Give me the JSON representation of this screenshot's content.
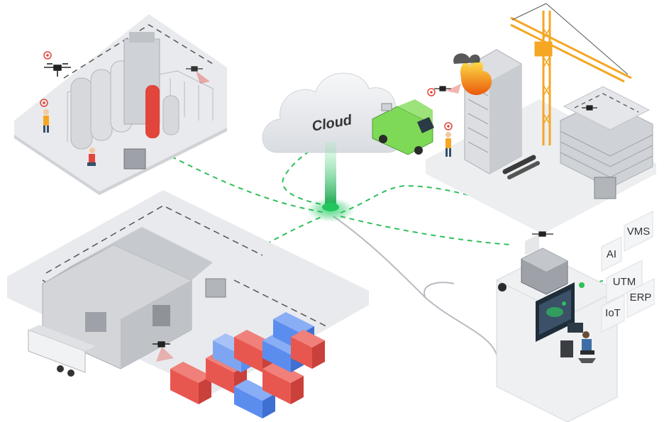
{
  "cloud": {
    "label": "Cloud"
  },
  "integration_tiles": [
    "AI",
    "VMS",
    "UTM",
    "IoT",
    "ERP"
  ],
  "colors": {
    "network_link": "#2fbf5a",
    "hub_glow": "#22c55e",
    "platform": "#e9eaed",
    "fire": "#f97316",
    "truck": "#7ed957",
    "crane": "#f5a623",
    "container_red": "#e8574f",
    "container_blue": "#5b8def"
  },
  "sites": [
    {
      "name": "chemical-plant-site",
      "icon": "drone-icon"
    },
    {
      "name": "warehouse-site",
      "icon": "drone-icon"
    },
    {
      "name": "construction-site",
      "icon": "fire-icon"
    },
    {
      "name": "control-center",
      "icon": "operator-icon"
    }
  ]
}
